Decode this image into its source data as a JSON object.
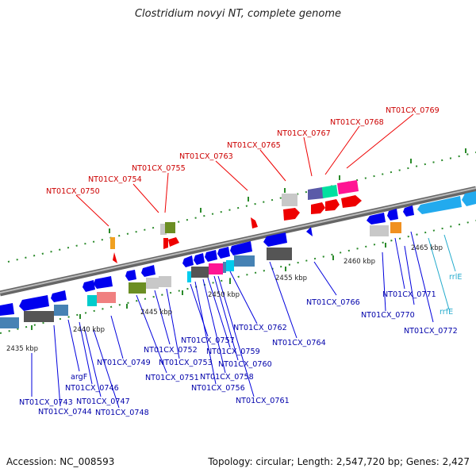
{
  "title": "Clostridium novyi NT, complete genome",
  "footer": {
    "accession": "Accession: NC_008593",
    "summary": "Topology: circular; Length: 2,547,720 bp; Genes: 2,427"
  },
  "scale_labels": [
    "2435 kbp",
    "2440 kbp",
    "2445 kbp",
    "2450 kbp",
    "2455 kbp",
    "2460 kbp",
    "2465 kbp"
  ],
  "gene_labels": {
    "top": [
      "NT01CX_0750",
      "NT01CX_0754",
      "NT01CX_0755",
      "NT01CX_0763",
      "NT01CX_0765",
      "NT01CX_0767",
      "NT01CX_0768",
      "NT01CX_0769"
    ],
    "bottom": [
      "NT01CX_0743",
      "NT01CX_0744",
      "argF",
      "NT01CX_0746",
      "NT01CX_0747",
      "NT01CX_0748",
      "NT01CX_0749",
      "NT01CX_0751",
      "NT01CX_0752",
      "NT01CX_0753",
      "NT01CX_0757",
      "NT01CX_0756",
      "NT01CX_0758",
      "NT01CX_0759",
      "NT01CX_0760",
      "NT01CX_0761",
      "NT01CX_0762",
      "NT01CX_0764",
      "NT01CX_0766",
      "NT01CX_0770",
      "NT01CX_0771",
      "NT01CX_0772"
    ],
    "rna": [
      "rrlE",
      "rrfE"
    ]
  },
  "colors": {
    "top_label": "#cc0000",
    "bottom_label": "#0000aa",
    "rna_label": "#22aacc",
    "gene_blue": "#0000ee",
    "gene_red": "#ee0000",
    "backbone": "#888888"
  }
}
